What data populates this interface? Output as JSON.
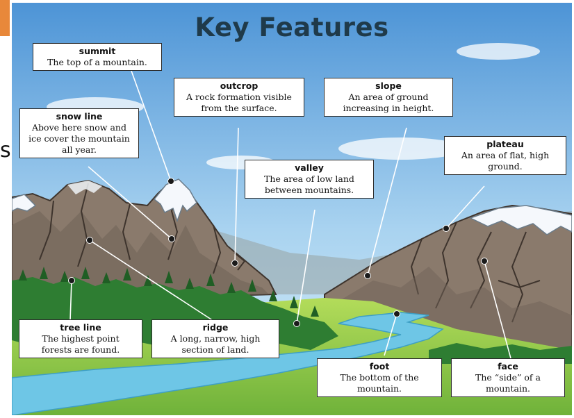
{
  "title": "Key Features",
  "edge_glyph": "s",
  "colors": {
    "sky_top": "#4d94d6",
    "sky_bottom": "#cfe8f7",
    "rock": "#8a7a6c",
    "rock_dark": "#5a4d44",
    "snow": "#f5f8fc",
    "forest": "#2e7d32",
    "grass": "#8cc63f",
    "river": "#6ec6e6",
    "accent_tab": "#e8883a"
  },
  "labels": [
    {
      "id": "summit",
      "title": "summit",
      "desc": [
        "The top of a mountain."
      ]
    },
    {
      "id": "outcrop",
      "title": "outcrop",
      "desc": [
        "A rock formation visible",
        "from the surface."
      ]
    },
    {
      "id": "slope",
      "title": "slope",
      "desc": [
        "An area of ground",
        "increasing in height."
      ]
    },
    {
      "id": "snow-line",
      "title": "snow line",
      "desc": [
        "Above here snow and",
        "ice cover the mountain",
        "all year."
      ]
    },
    {
      "id": "plateau",
      "title": "plateau",
      "desc": [
        "An area of flat, high",
        "ground."
      ]
    },
    {
      "id": "valley",
      "title": "valley",
      "desc": [
        "The area of low land",
        "between mountains."
      ]
    },
    {
      "id": "tree-line",
      "title": "tree line",
      "desc": [
        "The highest point",
        "forests are found."
      ]
    },
    {
      "id": "ridge",
      "title": "ridge",
      "desc": [
        "A long, narrow, high",
        "section of land."
      ]
    },
    {
      "id": "foot",
      "title": "foot",
      "desc": [
        "The bottom of the",
        "mountain."
      ]
    },
    {
      "id": "face",
      "title": "face",
      "desc": [
        "The “side” of a",
        "mountain."
      ]
    }
  ]
}
